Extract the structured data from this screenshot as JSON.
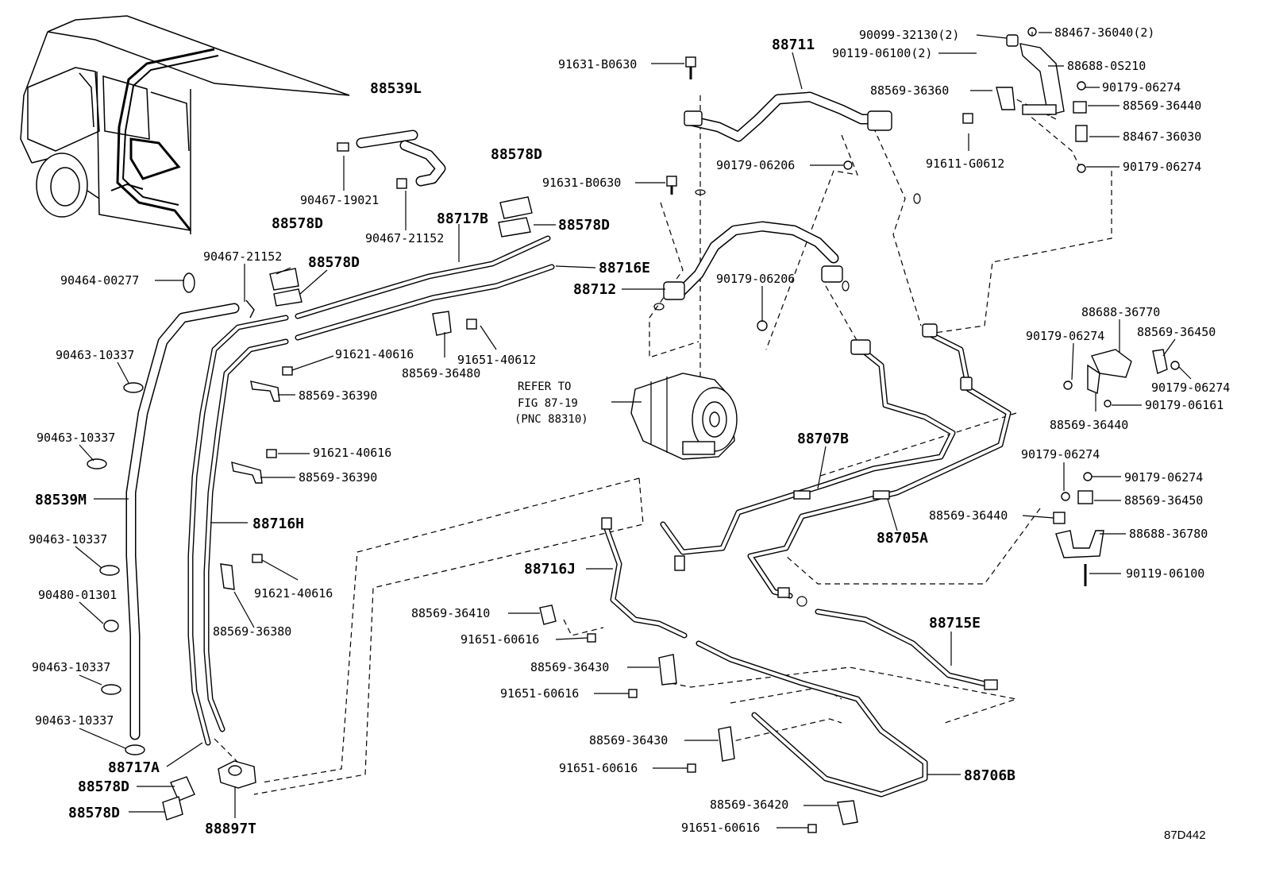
{
  "diagram_code": "87D442",
  "note": {
    "line1": "REFER TO",
    "line2": "FIG 87-19",
    "line3": "(PNC 88310)"
  },
  "labels": {
    "l01": "88711",
    "l02": "90099-32130(2)",
    "l03": "88467-36040(2)",
    "l04": "90119-06100(2)",
    "l05": "88688-0S210",
    "l06": "91631-B0630",
    "l07": "88569-36360",
    "l08": "90179-06274",
    "l09": "88569-36440",
    "l10": "88467-36030",
    "l11": "90179-06206",
    "l12": "91611-G0612",
    "l13": "90179-06274",
    "l14": "88539L",
    "l15": "91631-B0630",
    "l16": "88578D",
    "l17": "90467-19021",
    "l18": "88717B",
    "l19": "88578D",
    "l20": "90467-21152",
    "l21": "88578D",
    "l22": "90467-21152",
    "l23": "88716E",
    "l24": "88578D",
    "l25": "88712",
    "l26": "90179-06206",
    "l27": "90464-00277",
    "l28": "88688-36770",
    "l29": "90179-06274",
    "l30": "88569-36450",
    "l31": "90463-10337",
    "l32": "91621-40616",
    "l33": "91651-40612",
    "l34": "88569-36480",
    "l35": "88569-36390",
    "l36": "90179-06274",
    "l37": "90179-06161",
    "l38": "88569-36440",
    "l39": "90463-10337",
    "l40": "88707B",
    "l41": "91621-40616",
    "l42": "88569-36390",
    "l43": "90179-06274",
    "l44": "90179-06274",
    "l45": "88539M",
    "l46": "88569-36440",
    "l47": "88569-36450",
    "l48": "88716H",
    "l49": "88705A",
    "l50": "88688-36780",
    "l51": "90463-10337",
    "l52": "88716J",
    "l53": "91621-40616",
    "l54": "90119-06100",
    "l55": "90480-01301",
    "l56": "88569-36380",
    "l57": "88569-36410",
    "l58": "88715E",
    "l59": "91651-60616",
    "l60": "88569-36430",
    "l61": "90463-10337",
    "l62": "91651-60616",
    "l63": "90463-10337",
    "l64": "88569-36430",
    "l65": "88717A",
    "l66": "91651-60616",
    "l67": "88706B",
    "l68": "88578D",
    "l69": "88569-36420",
    "l70": "88578D",
    "l71": "91651-60616",
    "l72": "88897T"
  }
}
